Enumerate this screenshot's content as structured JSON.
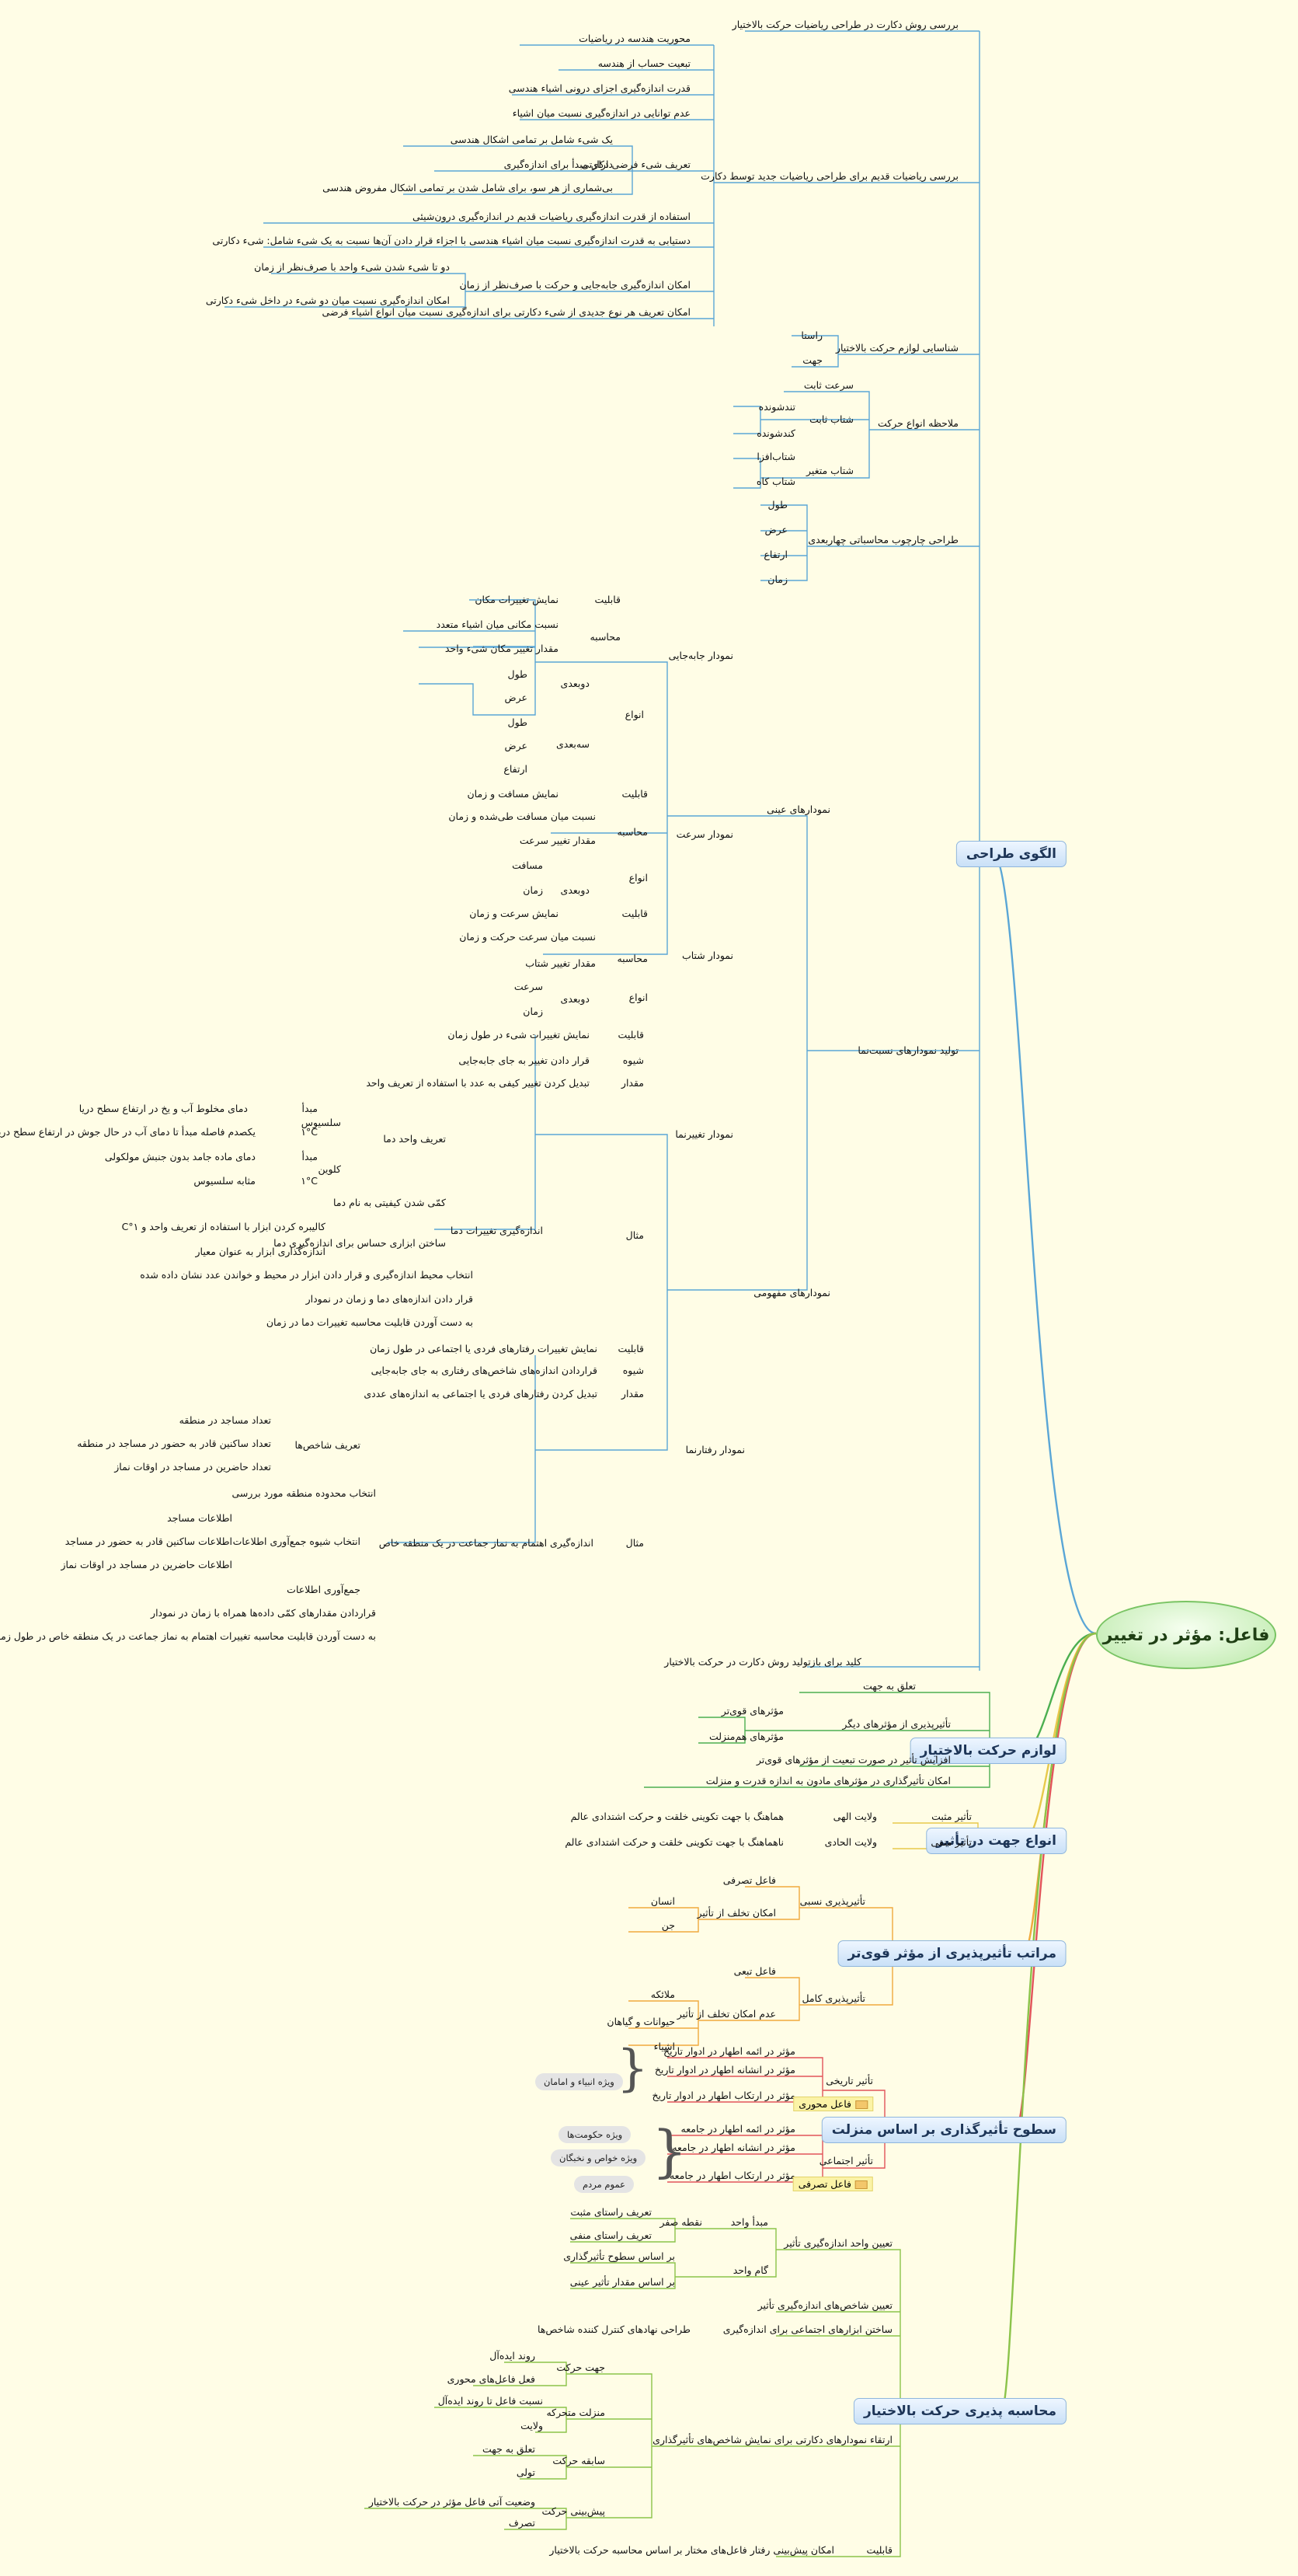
{
  "central": "فاعل: مؤثر در تغییر",
  "colors": {
    "design": "#5aa6d6",
    "requirements": "#4caf50",
    "direction": "#e7c94b",
    "levels": "#f0a93d",
    "social": "#e2545a",
    "calc": "#8bc34a"
  },
  "main": {
    "design": "الگوی طراحی",
    "requirements": "لوازم حرکت بالاختیار",
    "direction": "انواع جهت در تأثیر",
    "levels": "مراتب تأثیرپذیری از مؤثر قوی‌تر",
    "social": "سطوح تأثیرگذاری بر اساس منزلت",
    "calc": "محاسبه پذیری حرکت بالاختیار"
  },
  "descartes": {
    "title": "بررسی روش دکارت در طراحی ریاضیات حرکت بالاختیار",
    "sub": "بررسی ریاضیات قدیم برای طراحی ریاضیات جدید توسط دکارت",
    "l1": "محوریت هندسه در ریاضیات",
    "l2": "تبعیت حساب از هندسه",
    "l3": "قدرت اندازه‌گیری اجزای درونی اشیاء هندسی",
    "l4": "عدم توانایی در اندازه‌گیری نسبت میان اشیاء",
    "l5": "تعریف شیء فرضی دکارتی",
    "l5a": "یک شیء شامل بر تمامی اشکال هندسی",
    "l5b": "دارای مبدأ برای اندازه‌گیری",
    "l5c": "بی‌شماری از هر سو، برای شامل شدن بر تمامی اشکال مفروض هندسی",
    "l6": "استفاده از قدرت اندازه‌گیری ریاضیات قدیم در اندازه‌گیری درون‌شیئی",
    "l7": "دستیابی به قدرت اندازه‌گیری نسبت میان اشیاء هندسی با اجزاء قرار دادن آن‌ها نسبت به یک شیء شامل: شیء دکارتی",
    "l8": "امکان اندازه‌گیری جابه‌جایی و حرکت با صرف‌نظر از زمان",
    "l8a": "دو تا شیء شدن شیء واحد با صرف‌نظر از زمان",
    "l8b": "امکان اندازه‌گیری نسبت میان دو شیء در داخل شیء دکارتی",
    "l9": "امکان تعریف هر نوع جدیدی از شیء دکارتی برای اندازه‌گیری نسبت میان انواع اشیاء فرضی"
  },
  "req_motion": {
    "title": "شناسایی لوازم حرکت بالاختیار",
    "a": "راستا",
    "b": "جهت"
  },
  "motion_types": {
    "title": "ملاحظه انواع حرکت",
    "v": "سرعت ثابت",
    "a_const": "شتاب ثابت",
    "a1": "تندشونده",
    "a2": "کندشونده",
    "a_var": "شتاب متغیر",
    "a3": "شتاب‌افزا",
    "a4": "شتاب کاه"
  },
  "frame": {
    "title": "طراحی چارچوب محاسباتی چهاربعدی",
    "d1": "طول",
    "d2": "عرض",
    "d3": "ارتفاع",
    "d4": "زمان"
  },
  "charts": {
    "title": "تولید نمودارهای نسبت‌نما",
    "objective": "نمودارهای عینی",
    "conceptual": "نمودارهای مفهومی",
    "ability": "قابلیت",
    "calc": "محاسبه",
    "types": "انواع",
    "method": "شیوه",
    "quantity": "مقدار",
    "example": "مثال",
    "two_d": "دوبعدی",
    "three_d": "سه‌بعدی",
    "length": "طول",
    "width": "عرض",
    "height": "ارتفاع",
    "distance": "مسافت",
    "time": "زمان",
    "speed": "سرعت",
    "disp": {
      "title": "نمودار جابه‌جایی",
      "ability": "نمایش تغییرات مکان",
      "c1": "نسبت مکانی میان اشیاء متعدد",
      "c2": "مقدار تغییر مکان شیء واحد"
    },
    "speedchart": {
      "title": "نمودار سرعت",
      "ability": "نمایش مسافت و زمان",
      "c1": "نسبت میان مسافت طی‌شده و زمان",
      "c2": "مقدار تغییر سرعت"
    },
    "accel": {
      "title": "نمودار شتاب",
      "ability": "نمایش سرعت و زمان",
      "c1": "نسبت میان سرعت حرکت و زمان",
      "c2": "مقدار تغییر شتاب"
    },
    "change": {
      "title": "نمودار تغییرنما",
      "ability": "نمایش تغییرات شیء در طول زمان",
      "method": "قرار دادن تغییر به جای جابه‌جایی",
      "quantity": "تبدیل کردن تغییر کیفی به عدد با استفاده از تعریف واحد",
      "def_unit": "تعریف واحد دما",
      "celsius": "سلسیوس",
      "origin": "مبدأ",
      "unit_mark": "۱°C",
      "c_origin": "دمای مخلوط آب و یخ در ارتفاع سطح دریا",
      "c_unit": "یکصدم فاصله مبدأ تا دمای آب در حال جوش در ارتفاع سطح دریا",
      "kelvin": "کلوین",
      "k_origin": "دمای ماده جامد بدون جنبش مولکولی",
      "k_unit": "مثابه سلسیوس",
      "measure": "اندازه‌گیری تغییرات دما",
      "m1": "کمّی شدن کیفیتی به نام دما",
      "m2": "ساختن ابزاری حساس برای اندازه‌گیری دما",
      "m2a": "کالیبره کردن ابزار با استفاده از تعریف واحد و ۱°C",
      "m2b": "اندازه‌گذاری ابزار به عنوان معیار",
      "m3": "انتخاب محیط اندازه‌گیری و قرار دادن ابزار در محیط و خواندن عدد نشان داده شده",
      "m4": "قرار دادن اندازه‌های دما و زمان در نمودار",
      "m5": "به دست آوردن قابلیت محاسبه تغییرات دما در زمان"
    },
    "behavior": {
      "title": "نمودار رفتارنما",
      "ability": "نمایش تغییرات رفتارهای فردی یا اجتماعی در طول زمان",
      "method": "قراردادن اندازه‌های شاخص‌های رفتاری به جای جابه‌جایی",
      "quantity": "تبدیل کردن رفتارهای فردی یا اجتماعی به اندازه‌های عددی",
      "ex": "اندازه‌گیری اهتمام به نماز جماعت در یک منطقه خاص",
      "ind": "تعریف شاخص‌ها",
      "i1": "تعداد مساجد در منطقه",
      "i2": "تعداد ساکنین قادر به حضور در مساجد در منطقه",
      "i3": "تعداد حاضرین در مساجد در اوقات نماز",
      "area": "انتخاب محدوده منطقه مورد بررسی",
      "collect": "انتخاب شیوه جمع‌آوری اطلاعات",
      "k1": "اطلاعات مساجد",
      "k2": "اطلاعات ساکنین قادر به حضور در مساجد",
      "k3": "اطلاعات حاضرین در مساجد در اوقات نماز",
      "gather": "جمع‌آوری اطلاعات",
      "place": "قراردادن مقدارهای کمّی داده‌ها همراه با زمان در نمودار",
      "result": "به دست آوردن قابلیت محاسبه تغییرات اهتمام به نماز جماعت در یک منطقه خاص در طول زمان"
    }
  },
  "descartes_key": "کلید برای بازتولید روش دکارت در حرکت بالاختیار",
  "requirements": {
    "r1": "تعلق به جهت",
    "r2": "تأثیرپذیری از مؤثرهای دیگر",
    "r2a": "مؤثرهای قوی‌تر",
    "r2b": "مؤثرهای هم‌منزلت",
    "r3": "افزایش تأثیر در صورت تبعیت از مؤثرهای قوی‌تر",
    "r4": "امکان تأثیرگذاری در مؤثرهای مادون به اندازه قدرت و منزلت"
  },
  "direction": {
    "pos": "تأثیر مثبت",
    "pos_w": "ولایت الهی",
    "pos_d": "هماهنگ با جهت تکوینی خلقت و حرکت اشتدادی عالم",
    "neg": "تأثیر منفی",
    "neg_w": "ولایت الحادی",
    "neg_d": "ناهماهنگ با جهت تکوینی خلقت و حرکت اشتدادی عالم"
  },
  "levels": {
    "rel": "تأثیرپذیری نسبی",
    "active": "فاعل تصرفی",
    "possible": "امکان تخلف از تأثیر",
    "human": "انسان",
    "jinn": "جن",
    "full": "تأثیرپذیری کامل",
    "subj": "فاعل تبعی",
    "impossible": "عدم امکان تخلف از تأثیر",
    "angels": "ملائکه",
    "animals": "حیوانات و گیاهان",
    "things": "اشیاء"
  },
  "social": {
    "hist": "تأثیر تاریخی",
    "h1": "مؤثر در ائمه اطهار در ادوار تاریخ",
    "h2": "مؤثر در انشانه اطهار در ادوار تاریخ",
    "h3": "مؤثر در ارتکاب اطهار در ادوار تاریخ",
    "hist_agent": "فاعل محوری",
    "hist_pill": "ویژه انبیاء و امامان",
    "soc": "تأثیر اجتماعی",
    "s1": "مؤثر در ائمه اطهار در جامعه",
    "s2": "مؤثر در انشانه اطهار در جامعه",
    "s3": "مؤثر در ارتکاب اطهار در جامعه",
    "soc_agent": "فاعل تصرفی",
    "pill1": "ویژه حکومت‌ها",
    "pill2": "ویژه خواص و نخبگان",
    "pill3": "عموم مردم"
  },
  "calc": {
    "unit": "تعیین واحد اندازه‌گیری تأثیر",
    "origin": "مبدأ واحد",
    "zero": "نقطه صفر",
    "z1": "تعریف راستای مثبت",
    "z2": "تعریف راستای منفی",
    "step": "گام واحد",
    "st1": "بر اساس سطوح تأثیرگذاری",
    "st2": "بر اساس مقدار تأثیر عینی",
    "indicators": "تعیین شاخص‌های اندازه‌گیری تأثیر",
    "tools": "ساختن ابزارهای اجتماعی برای اندازه‌گیری",
    "tools_d": "طراحی نهادهای کنترل کننده شاخص‌ها",
    "charts": "ارتقاء نمودارهای دکارتی برای نمایش شاخص‌های تأثیرگذاری",
    "dir": "جهت حرکت",
    "dir1": "روند ایده‌آل",
    "dir2": "فعل فاعل‌های محوری",
    "rank": "منزلت متحرکه",
    "rank1": "نسبت فاعل تا روند ایده‌آل",
    "rank2": "ولایت",
    "hist": "سابقه حرکت",
    "hist1": "تعلق به جهت",
    "hist2": "تولی",
    "pred": "پیش‌بینی حرکت",
    "pred1": "وضعیت آتی فاعل مؤثر در حرکت بالاختیار",
    "pred2": "تصرف",
    "ability": "قابلیت",
    "ability_d": "امکان پیش‌بینی رفتار فاعل‌های مختار بر اساس محاسبه حرکت بالاختیار"
  }
}
